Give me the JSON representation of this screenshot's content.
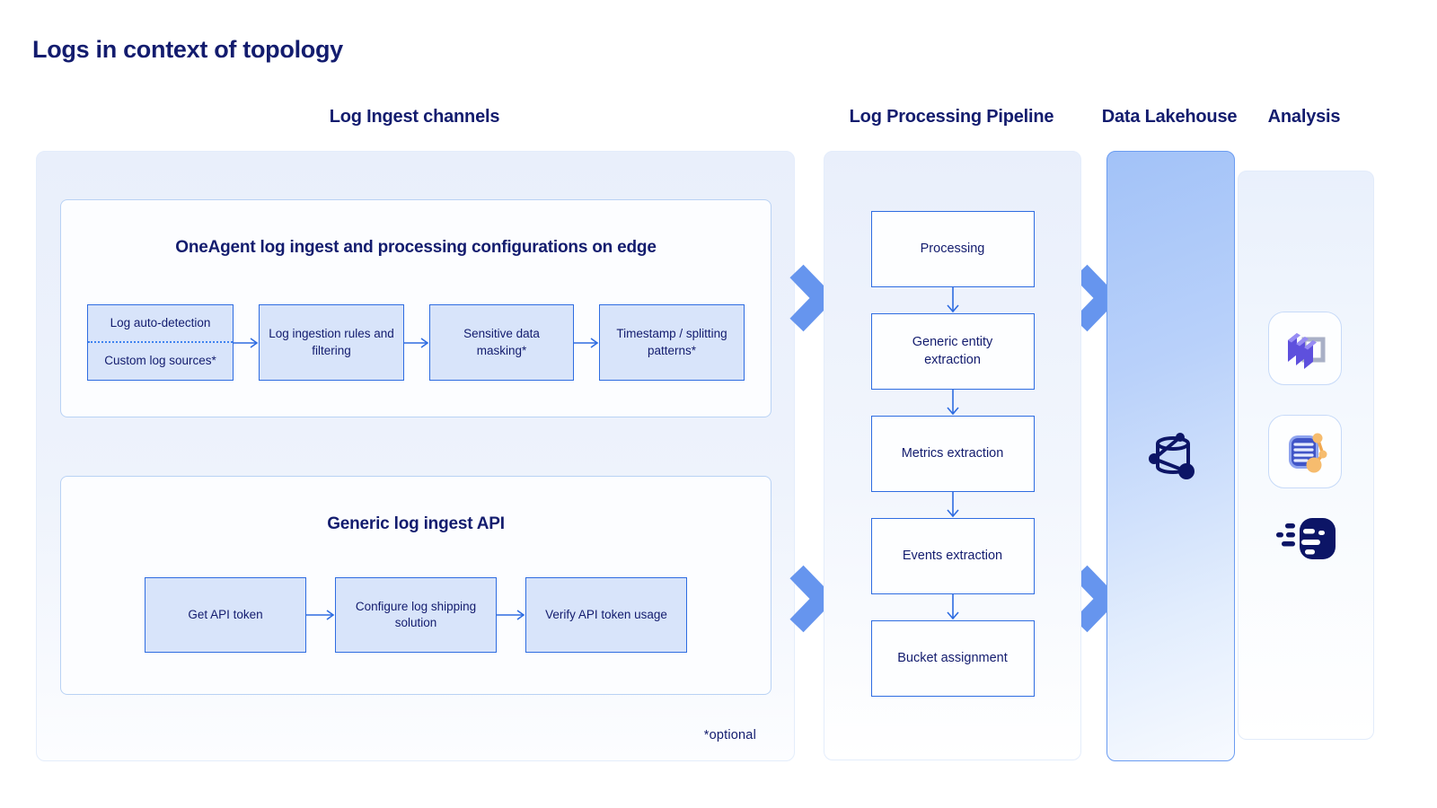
{
  "title": "Logs in context of topology",
  "ingest": {
    "header": "Log Ingest channels",
    "footnote": "*optional",
    "oneagent": {
      "title": "OneAgent log ingest and processing configurations on edge",
      "steps": [
        {
          "top": "Log auto-detection",
          "bottom": "Custom log sources*"
        },
        {
          "label": "Log ingestion rules and filtering"
        },
        {
          "label": "Sensitive data masking*"
        },
        {
          "label": "Timestamp / splitting patterns*"
        }
      ]
    },
    "api": {
      "title": "Generic log ingest API",
      "steps": [
        {
          "label": "Get API token"
        },
        {
          "label": "Configure log shipping solution"
        },
        {
          "label": "Verify API token usage"
        }
      ]
    }
  },
  "pipeline": {
    "header": "Log Processing Pipeline",
    "steps": [
      {
        "label": "Processing"
      },
      {
        "label": "Generic entity extraction"
      },
      {
        "label": "Metrics extraction"
      },
      {
        "label": "Events extraction"
      },
      {
        "label": "Bucket assignment"
      }
    ]
  },
  "lakehouse": {
    "header": "Data Lakehouse",
    "icon": "grail-database-icon"
  },
  "analysis": {
    "header": "Analysis",
    "icons": [
      "cube-app-icon",
      "notebook-graph-icon",
      "fast-data-icon"
    ]
  },
  "colors": {
    "navy_text": "#131c6e",
    "box_border": "#2e6ce1",
    "box_fill": "#d8e4fa",
    "chevron": "#6695ee",
    "lakehouse_top": "#a9c6f8",
    "lakehouse_border": "#6b9cf1",
    "orange_accent": "#f6bc6e",
    "purple_accent": "#5e50dd"
  }
}
